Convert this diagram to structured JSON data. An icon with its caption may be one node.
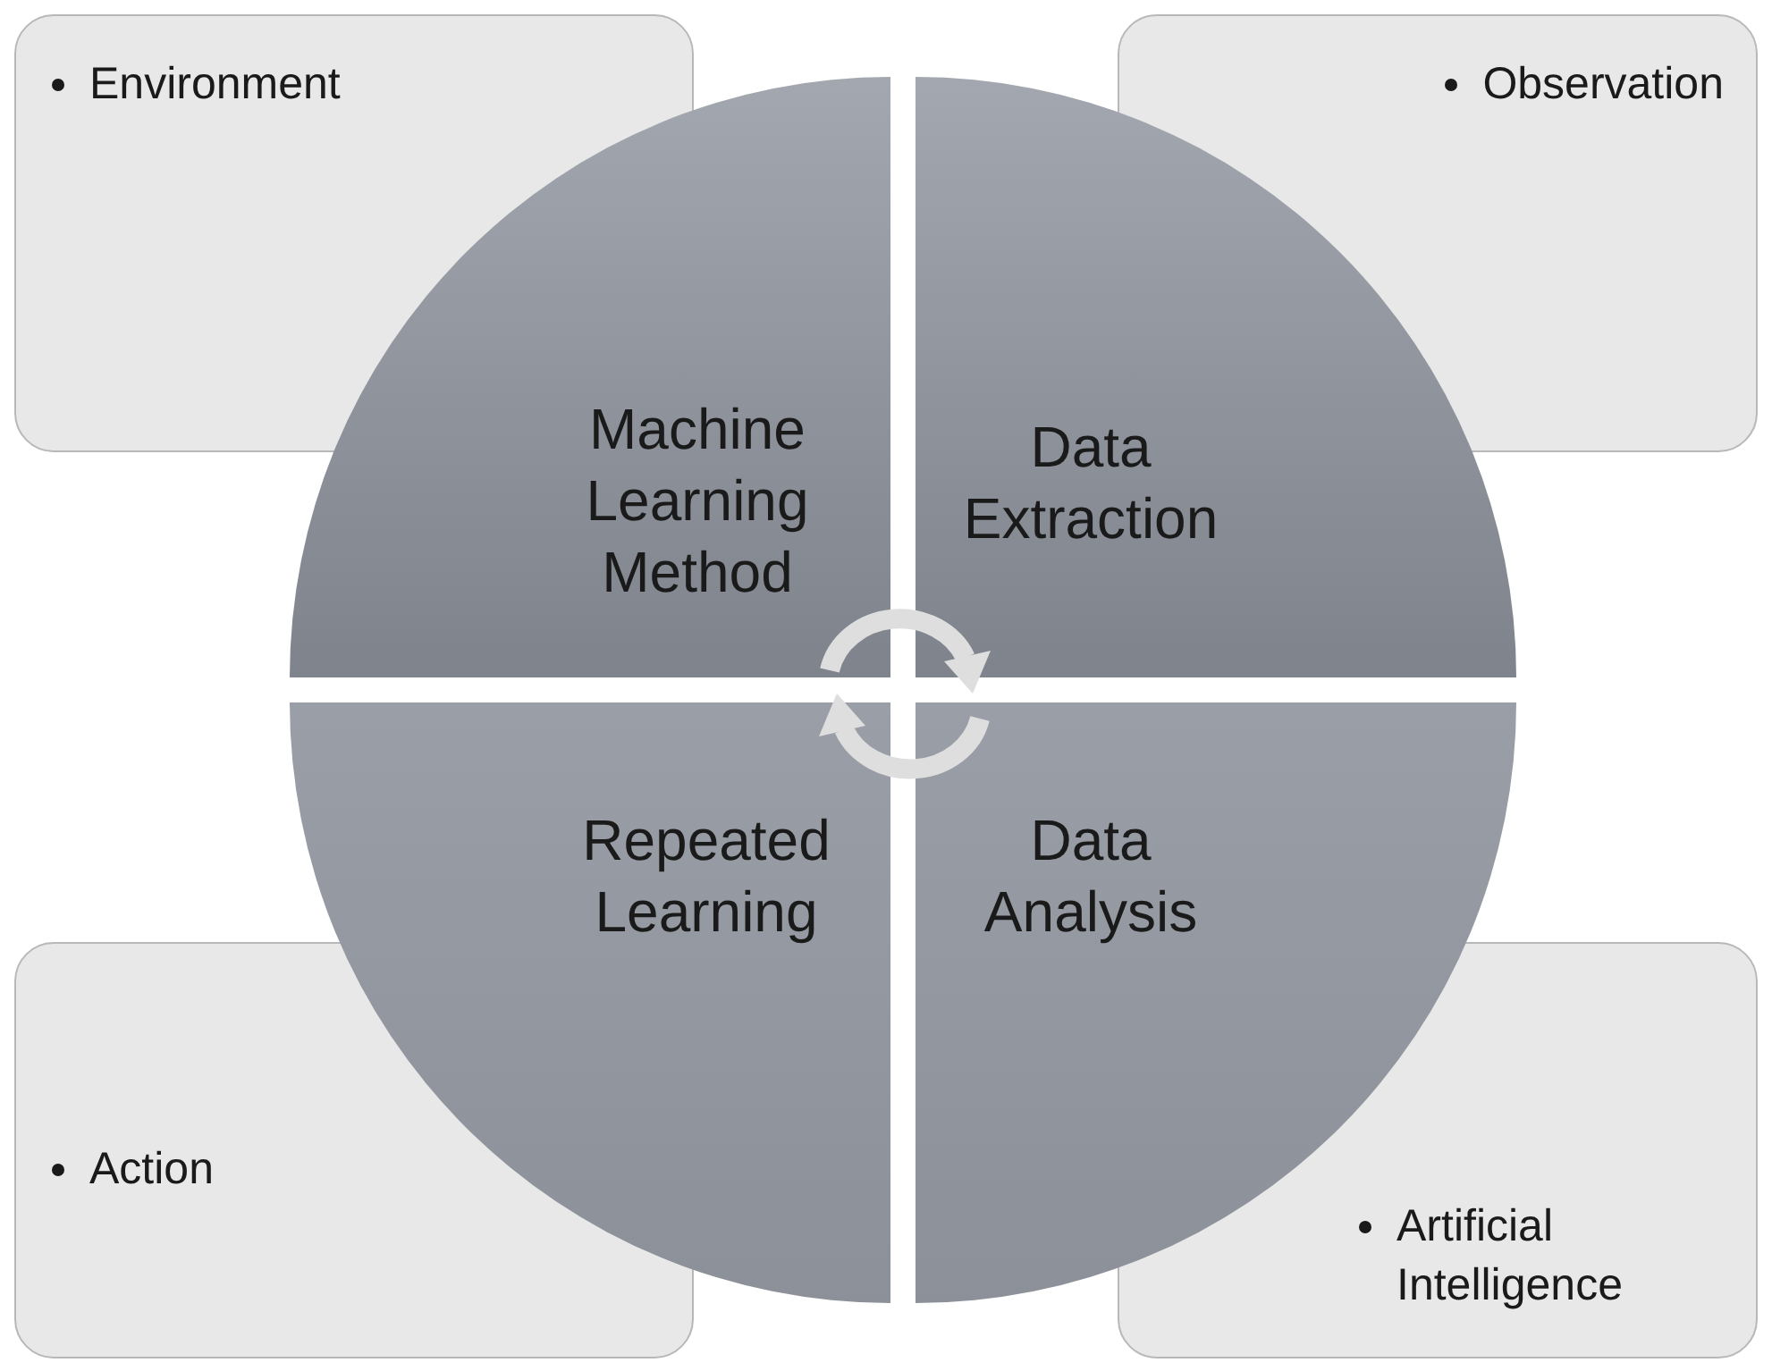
{
  "diagram": {
    "nodes": [
      {
        "text": [
          "Environment"
        ]
      },
      {
        "text": [
          "Observation"
        ]
      },
      {
        "text": [
          "Machine Learning Method"
        ]
      },
      {
        "text": [
          "Data Extraction"
        ]
      },
      {
        "text": [
          "Repeated Learning"
        ]
      },
      {
        "text": [
          "Data Analysis"
        ]
      },
      {
        "text": [
          "Action"
        ]
      },
      {
        "text": [
          "Artificial Intelligence"
        ]
      }
    ]
  }
}
